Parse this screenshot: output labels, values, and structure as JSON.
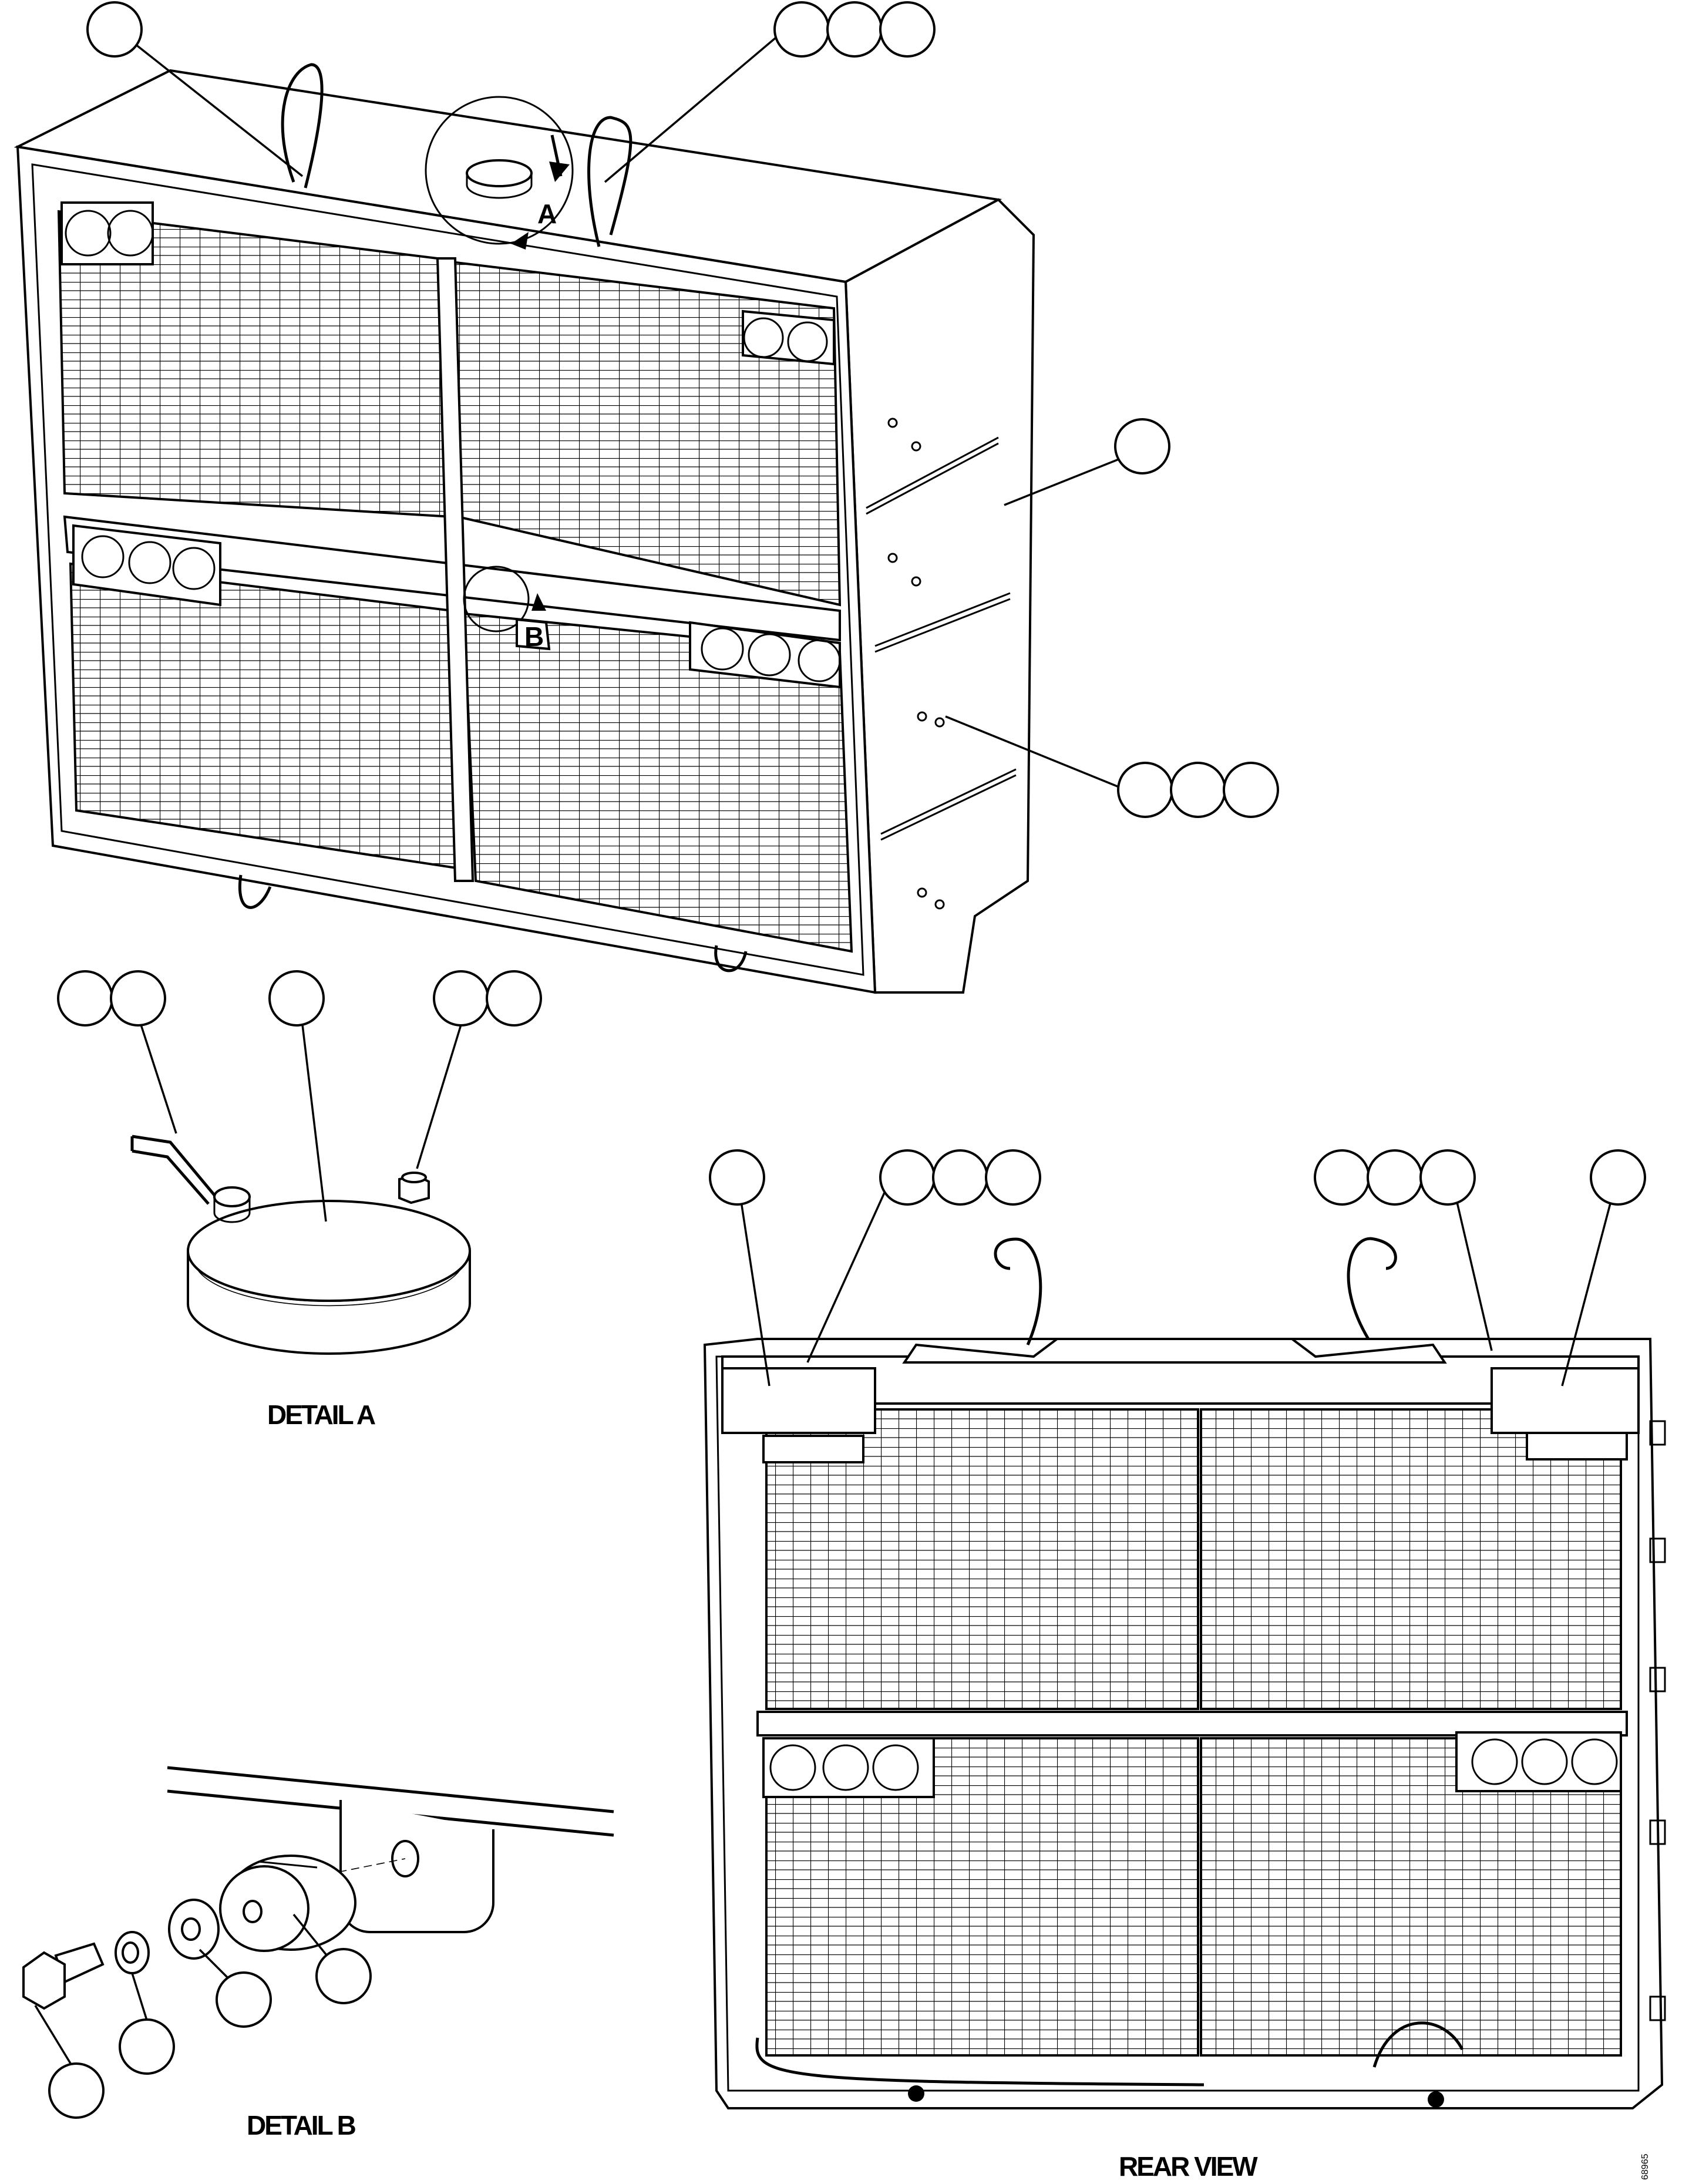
{
  "labels": {
    "detail_a_ref": "A",
    "detail_b_ref": "B",
    "detail_a_caption": "DETAIL A",
    "detail_b_caption": "DETAIL B",
    "rear_view_caption": "REAR VIEW",
    "drawing_number": "68965"
  },
  "callouts": [
    {
      "id": "front-top-left",
      "circles": 1
    },
    {
      "id": "front-top-right",
      "circles": 3
    },
    {
      "id": "front-side",
      "circles": 1
    },
    {
      "id": "front-lower-right",
      "circles": 3
    },
    {
      "id": "detail-a-left",
      "circles": 2
    },
    {
      "id": "detail-a-center",
      "circles": 1
    },
    {
      "id": "detail-a-right",
      "circles": 2
    },
    {
      "id": "rear-left",
      "circles": 1
    },
    {
      "id": "rear-left-group",
      "circles": 3
    },
    {
      "id": "rear-right-group",
      "circles": 3
    },
    {
      "id": "rear-right",
      "circles": 1
    },
    {
      "id": "detail-b-spacer",
      "circles": 1
    },
    {
      "id": "detail-b-washer",
      "circles": 1
    },
    {
      "id": "detail-b-lockwasher",
      "circles": 1
    },
    {
      "id": "detail-b-bolt",
      "circles": 1
    }
  ]
}
